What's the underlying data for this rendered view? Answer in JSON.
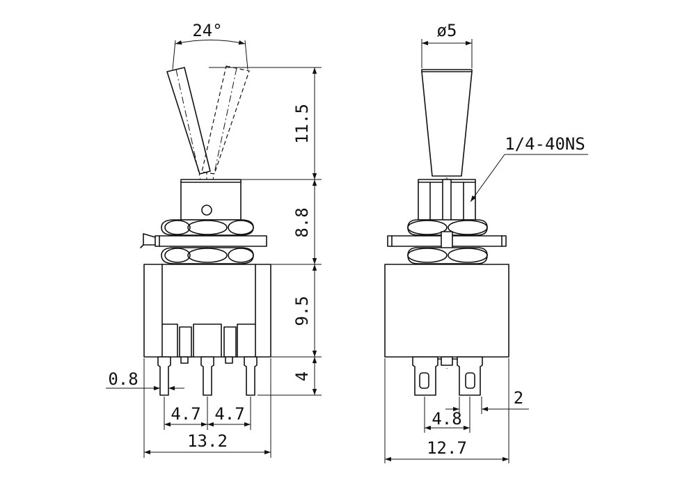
{
  "drawing": {
    "front_view": {
      "angle_label": "24°",
      "dim_lever_height": "11.5",
      "dim_bushing_height": "8.8",
      "dim_body_height": "9.5",
      "dim_pin_length": "4",
      "dim_pin_width": "0.8",
      "dim_pitch_left": "4.7",
      "dim_pitch_right": "4.7",
      "dim_body_width": "13.2"
    },
    "side_view": {
      "dim_lever_diameter": "ø5",
      "thread_label": "1/4-40NS",
      "dim_pin_gap": "2",
      "dim_pin_spacing": "4.8",
      "dim_body_width": "12.7"
    }
  }
}
